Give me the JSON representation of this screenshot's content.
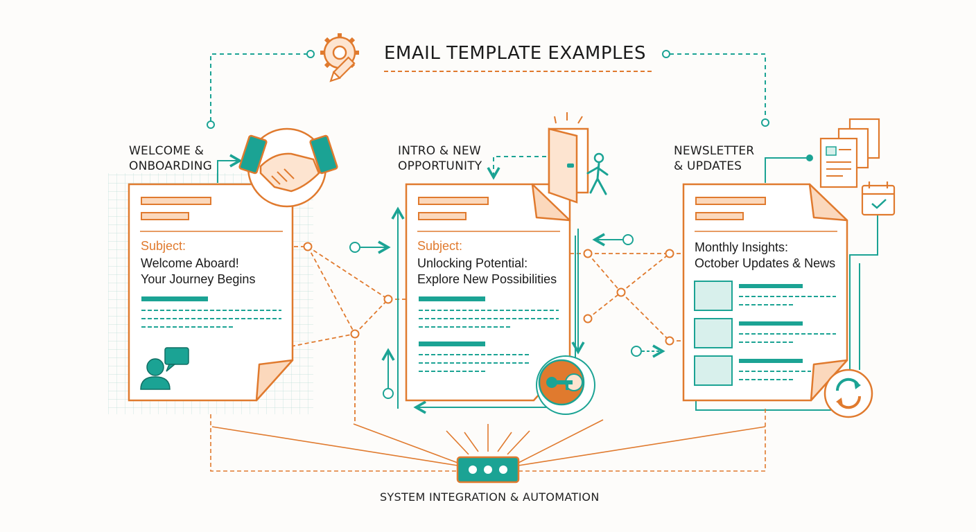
{
  "title": "EMAIL TEMPLATE EXAMPLES",
  "footer": "SYSTEM INTEGRATION & AUTOMATION",
  "colors": {
    "orange": "#e07a2e",
    "teal": "#1ba394",
    "light_orange": "#fbe0cc",
    "light_teal": "#d8f0ec"
  },
  "templates": [
    {
      "label_line1": "WELCOME &",
      "label_line2": "ONBOARDING",
      "subject_label": "Subject:",
      "subject_line1": "Welcome Aboard!",
      "subject_line2": "Your Journey Begins",
      "icon": "handshake-icon"
    },
    {
      "label_line1": "INTRO & NEW",
      "label_line2": "OPPORTUNITY",
      "subject_label": "Subject:",
      "subject_line1": "Unlocking Potential:",
      "subject_line2": "Explore New Possibilities",
      "icon": "open-door-icon"
    },
    {
      "label_line1": "NEWSLETTER",
      "label_line2": "& UPDATES",
      "subject_line1": "Monthly Insights:",
      "subject_line2": "October Updates & News",
      "icon": "documents-icon"
    }
  ]
}
